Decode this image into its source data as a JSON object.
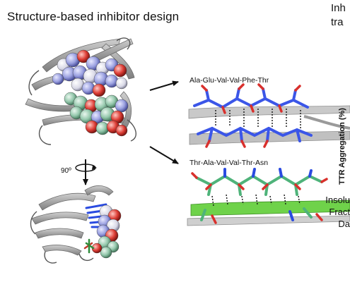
{
  "header": {
    "title": "Structure-based inhibitor design",
    "corner_text_line1": "Inh",
    "corner_text_line2": "tra"
  },
  "panels": {
    "top_peptide_label": "Ala-Glu-Val-Val-Phe-Thr",
    "bottom_peptide_label": "Thr-Ala-Val-Val-Thr-Asn",
    "rotation_label": "90º"
  },
  "right_edge": {
    "axis_label_fragment": "TTR Aggregation (%)",
    "side_text_line1": "Insolu",
    "side_text_line2": "Fract",
    "side_text_line3": "Da"
  },
  "colors": {
    "ribbon": "#a8a8a8",
    "spheres_blue": "#8f93d6",
    "spheres_green": "#8fbfa6",
    "oxygen": "#d9302c",
    "nitrogen": "#2a4be0",
    "stick_blue": "#3b56e8",
    "stick_green": "#4fb37a",
    "sheet_green": "#6fd24a"
  },
  "icons": [
    "rotation-arrow-icon",
    "arrow-icon"
  ]
}
